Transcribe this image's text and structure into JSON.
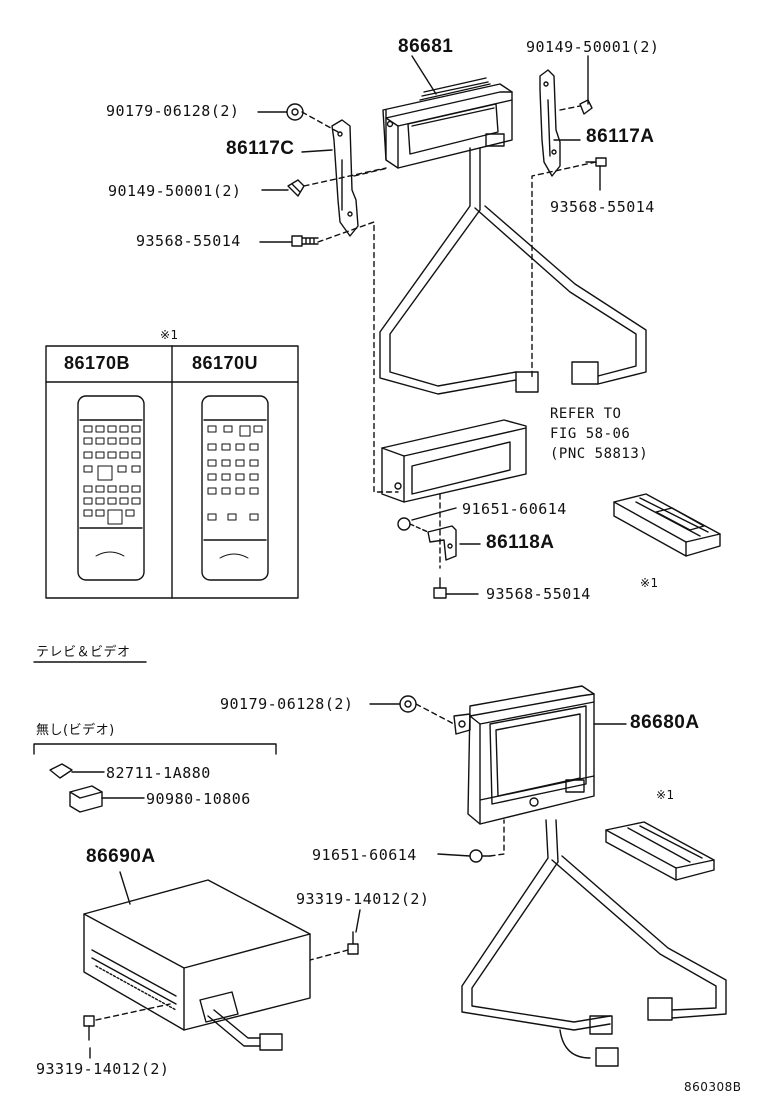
{
  "parts": {
    "p86681": "86681",
    "p90149_top_right": "90149-50001(2)",
    "p90179_top": "90179-06128(2)",
    "p86117C": "86117C",
    "p86117A": "86117A",
    "p90149_left": "90149-50001(2)",
    "p93568_right_top": "93568-55014",
    "p93568_left": "93568-55014",
    "p91651_top": "91651-60614",
    "p86118A": "86118A",
    "p93568_bottom": "93568-55014",
    "p90179_bottom": "90179-06128(2)",
    "p86680A": "86680A",
    "p82711": "82711-1A880",
    "p90980": "90980-10806",
    "p86690A": "86690A",
    "p91651_bottom": "91651-60614",
    "p93319_right": "93319-14012(2)",
    "p93319_bottom": "93319-14012(2)"
  },
  "refer": {
    "line1": "REFER TO",
    "line2": "FIG 58-06",
    "line3": "(PNC 58813)"
  },
  "remote_box": {
    "note": "※1",
    "col1": "86170B",
    "col2": "86170U"
  },
  "notes": {
    "remote_top": "※1",
    "remote_bottom": "※1"
  },
  "sections": {
    "tv_video": "テレビ＆ビデオ",
    "no_video": "無し(ビデオ)"
  },
  "figure_code": "860308B"
}
